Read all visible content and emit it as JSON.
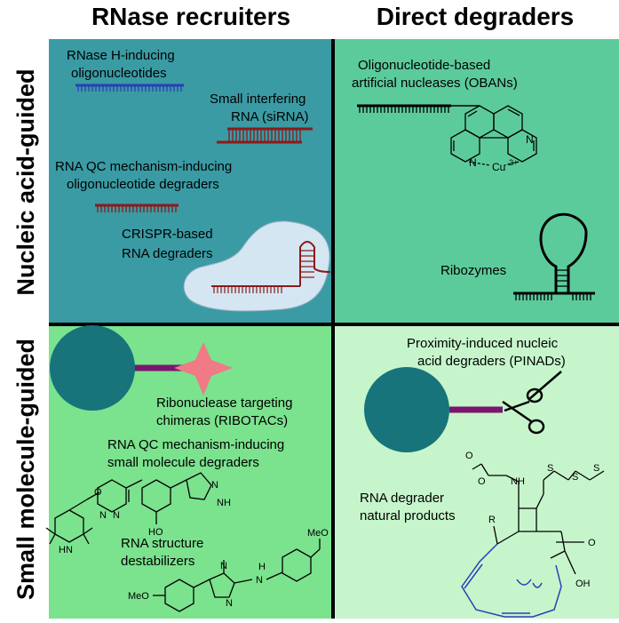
{
  "headers": {
    "col1": "RNase recruiters",
    "col2": "Direct degraders",
    "row1": "Nucleic acid-guided",
    "row2": "Small molecule-guided"
  },
  "q1": {
    "rnaseh": [
      "RNase H-inducing",
      "oligonucleotides"
    ],
    "sirna": [
      "Small interfering",
      "RNA (siRNA)"
    ],
    "qc": [
      "RNA QC mechanism-inducing",
      "oligonucleotide degraders"
    ],
    "crispr": [
      "CRISPR-based",
      "RNA degraders"
    ]
  },
  "q2": {
    "oban": [
      "Oligonucleotide-based",
      "artificial nucleases (OBANs)"
    ],
    "ribozymes": "Ribozymes",
    "chem": {
      "n1": "N",
      "n2": "N",
      "cu": "Cu",
      "charge": "2+"
    }
  },
  "q3": {
    "ribotac": [
      "Ribonuclease targeting",
      "chimeras (RIBOTACs)"
    ],
    "qcsm": [
      "RNA QC mechanism-inducing",
      "small molecule degraders"
    ],
    "destab": [
      "RNA structure",
      "destabilizers"
    ],
    "chem": {
      "o": "O",
      "n1": "N",
      "n2": "N",
      "hn": "HN",
      "oh": "HO",
      "nh": "NH",
      "n3": "N",
      "meo1": "MeO",
      "meo2": "MeO",
      "n4": "N",
      "n5": "N",
      "h": "H",
      "n6": "N"
    }
  },
  "q4": {
    "pinad": [
      "Proximity-induced nucleic",
      "acid degraders (PINADs)"
    ],
    "natural": [
      "RNA degrader",
      "natural products"
    ],
    "chem": {
      "o1": "O",
      "o2": "O",
      "nh": "NH",
      "s1": "S",
      "s2": "S",
      "s3": "S",
      "o3": "O",
      "r": "R",
      "oh": "OH"
    }
  },
  "colors": {
    "q1": "#3a9ba4",
    "q2": "#5ccb9c",
    "q3": "#7be28e",
    "q4": "#c6f5cb",
    "dark_red": "#8b1a1a",
    "blue": "#2b3fb5",
    "teal_circle": "#16747a",
    "purple_linker": "#7b1570",
    "pink_star": "#f07a86",
    "protein": "#d4e6f2"
  }
}
